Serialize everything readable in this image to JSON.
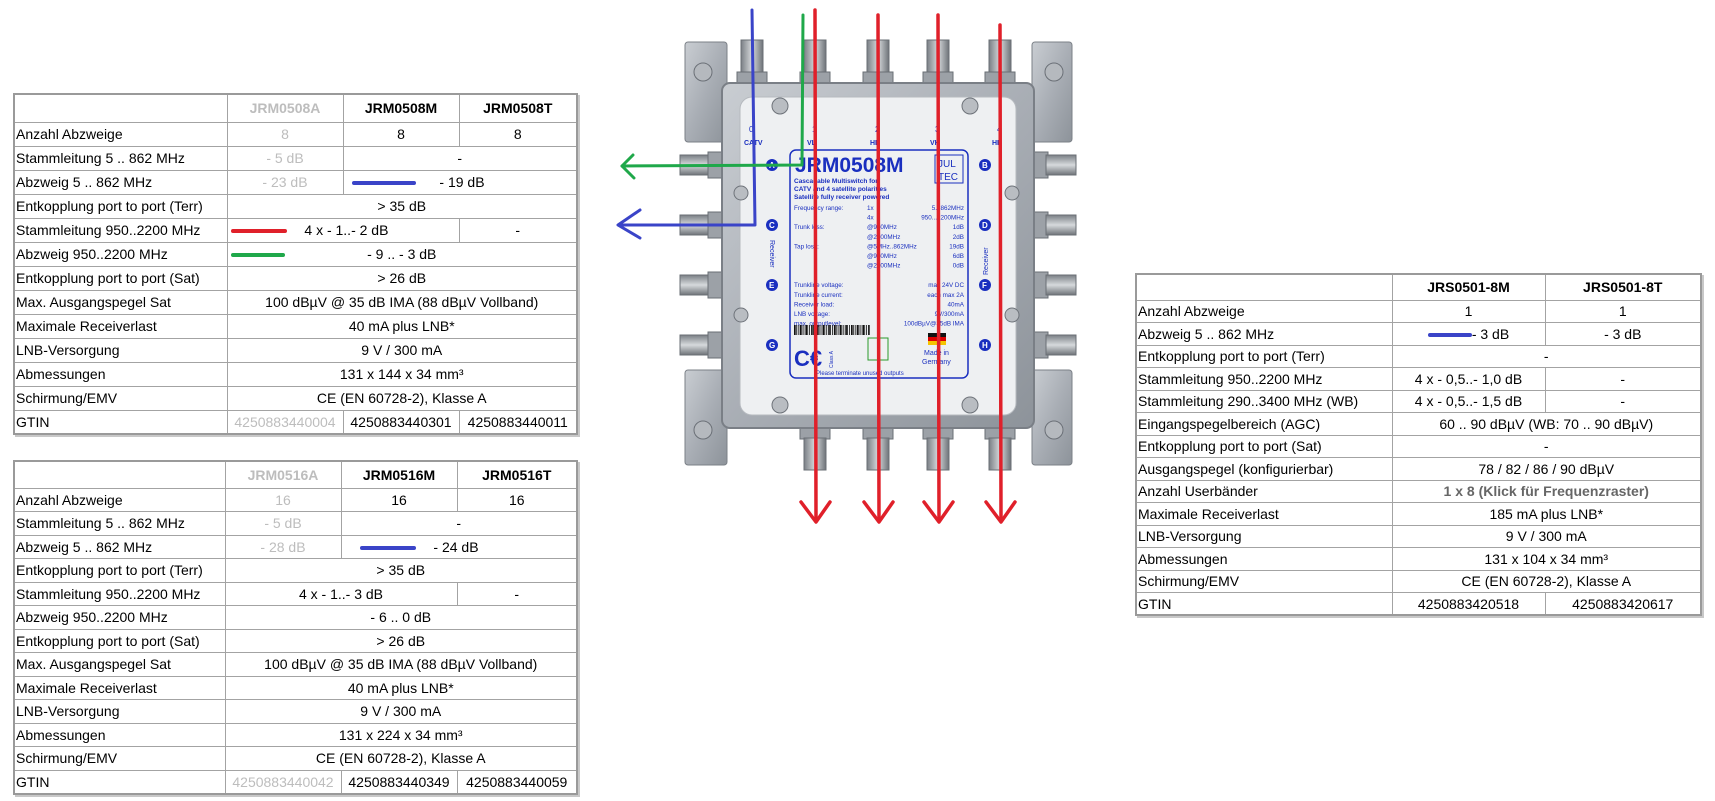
{
  "colors": {
    "terrestrial_marker": "#3a44c8",
    "trunk_marker": "#e0202a",
    "sat_tap_marker": "#1fa84a",
    "disabled_text": "#bdbdbd",
    "label_blue": "#1a2fbf"
  },
  "table_jrm0508": {
    "headers": [
      "",
      "JRM0508A",
      "JRM0508M",
      "JRM0508T"
    ],
    "rows": [
      {
        "label": "Anzahl Abzweige",
        "a": "8",
        "m": "8",
        "t": "8"
      },
      {
        "label": "Stammleitung 5 .. 862 MHz",
        "a": "- 5 dB",
        "mt": "-"
      },
      {
        "label": "Abzweig 5 .. 862 MHz",
        "a": "- 23 dB",
        "mt": "- 19 dB",
        "marker": "blue"
      },
      {
        "label": "Entkopplung port to port (Terr)",
        "amt": "> 35 dB"
      },
      {
        "label": "Stammleitung 950..2200 MHz",
        "am": "4 x - 1..- 2 dB",
        "t": "-",
        "marker": "red"
      },
      {
        "label": "Abzweig 950..2200 MHz",
        "amt": "- 9 .. - 3 dB",
        "marker": "green"
      },
      {
        "label": "Entkopplung port to port (Sat)",
        "amt": "> 26 dB"
      },
      {
        "label": "Max. Ausgangspegel Sat",
        "amt": "100 dBµV @ 35 dB IMA (88 dBµV Vollband)"
      },
      {
        "label": "Maximale Receiverlast",
        "amt": "40 mA plus LNB*"
      },
      {
        "label": "LNB-Versorgung",
        "amt": "9 V / 300 mA"
      },
      {
        "label": "Abmessungen",
        "amt": "131 x 144 x 34 mm³"
      },
      {
        "label": "Schirmung/EMV",
        "amt": "CE (EN 60728-2), Klasse A"
      },
      {
        "label": "GTIN",
        "a": "4250883440004",
        "m": "4250883440301",
        "t": "4250883440011"
      }
    ]
  },
  "table_jrm0516": {
    "headers": [
      "",
      "JRM0516A",
      "JRM0516M",
      "JRM0516T"
    ],
    "rows": [
      {
        "label": "Anzahl Abzweige",
        "a": "16",
        "m": "16",
        "t": "16"
      },
      {
        "label": "Stammleitung 5 .. 862 MHz",
        "a": "- 5 dB",
        "mt": "-"
      },
      {
        "label": "Abzweig 5 .. 862 MHz",
        "a": "- 28 dB",
        "mt": "- 24 dB",
        "marker": "blue"
      },
      {
        "label": "Entkopplung port to port (Terr)",
        "amt": "> 35 dB"
      },
      {
        "label": "Stammleitung 950..2200 MHz",
        "am": "4 x - 1..- 3 dB",
        "t": "-"
      },
      {
        "label": "Abzweig 950..2200 MHz",
        "amt": "- 6 .. 0 dB"
      },
      {
        "label": "Entkopplung port to port (Sat)",
        "amt": "> 26 dB"
      },
      {
        "label": "Max. Ausgangspegel Sat",
        "amt": "100 dBµV @ 35 dB IMA (88 dBµV Vollband)"
      },
      {
        "label": "Maximale Receiverlast",
        "amt": "40 mA plus LNB*"
      },
      {
        "label": "LNB-Versorgung",
        "amt": "9 V / 300 mA"
      },
      {
        "label": "Abmessungen",
        "amt": "131 x 224 x 34 mm³"
      },
      {
        "label": "Schirmung/EMV",
        "amt": "CE (EN 60728-2), Klasse A"
      },
      {
        "label": "GTIN",
        "a": "4250883440042",
        "m": "4250883440349",
        "t": "4250883440059"
      }
    ]
  },
  "table_jrs0501": {
    "headers": [
      "",
      "JRS0501-8M",
      "JRS0501-8T"
    ],
    "rows": [
      {
        "label": "Anzahl Abzweige",
        "m": "1",
        "t": "1"
      },
      {
        "label": "Abzweig 5 .. 862 MHz",
        "m": "- 3 dB",
        "t": "- 3 dB",
        "marker": "blue"
      },
      {
        "label": "Entkopplung port to port (Terr)",
        "mt": "-"
      },
      {
        "label": "Stammleitung 950..2200 MHz",
        "m": "4 x - 0,5..- 1,0 dB",
        "t": "-"
      },
      {
        "label": "Stammleitung 290..3400 MHz (WB)",
        "m": "4 x - 0,5..- 1,5 dB",
        "t": "-"
      },
      {
        "label": "Eingangspegelbereich (AGC)",
        "mt": "60 .. 90 dBµV (WB: 70 .. 90 dBµV)"
      },
      {
        "label": "Entkopplung port to port (Sat)",
        "mt": "-"
      },
      {
        "label": "Ausgangspegel (konfigurierbar)",
        "mt": "78 / 82 / 86 / 90 dBµV"
      },
      {
        "label": "Anzahl Userbänder",
        "mt": "1 x 8 (Klick für Frequenzraster)"
      },
      {
        "label": "Maximale Receiverlast",
        "mt": "185 mA plus LNB*"
      },
      {
        "label": "LNB-Versorgung",
        "mt": "9 V / 300 mA"
      },
      {
        "label": "Abmessungen",
        "mt": "131 x 104 x 34 mm³"
      },
      {
        "label": "Schirmung/EMV",
        "mt": "CE (EN 60728-2), Klasse A"
      },
      {
        "label": "GTIN",
        "m": "4250883420518",
        "t": "4250883420617"
      }
    ]
  },
  "device": {
    "model": "JRM0508M",
    "brand": [
      "JUL",
      "TEC"
    ],
    "description": [
      "Cascadable Multiswitch for",
      "CATV and 4 satellite polarities",
      "Satellite fully receiver powered"
    ],
    "input_labels": [
      "CATV",
      "VL",
      "HL",
      "VH",
      "HH"
    ],
    "input_numbers": [
      "0",
      "1",
      "2",
      "3",
      "4"
    ],
    "output_letters_left": [
      "A",
      "C",
      "E",
      "G"
    ],
    "output_letters_right": [
      "B",
      "D",
      "F",
      "H"
    ],
    "side_label": "Receiver",
    "specs": [
      [
        "Frequency range:",
        "1x",
        "5...862MHz"
      ],
      [
        "",
        "4x",
        "950...2200MHz"
      ],
      [
        "Trunk loss:",
        "@950MHz",
        "1dB"
      ],
      [
        "",
        "@2200MHz",
        "2dB"
      ],
      [
        "Tap loss:",
        "@5MHz..862MHz",
        "19dB"
      ],
      [
        "",
        "@950MHz",
        "6dB"
      ],
      [
        "",
        "@2200MHz",
        "0dB"
      ],
      [
        "Trunkline voltage:",
        "",
        "max 24V DC"
      ],
      [
        "Trunkline current:",
        "",
        "each max 2A"
      ],
      [
        "Receiver load:",
        "",
        "40mA"
      ],
      [
        "LNB voltage:",
        "",
        "9V/300mA"
      ],
      [
        "max. outputlevel:",
        "",
        "100dBµV@35dB IMA"
      ]
    ],
    "ce_class": "Class A",
    "made_in": [
      "Made in",
      "Germany"
    ],
    "footer": "Please terminate unused outputs"
  }
}
